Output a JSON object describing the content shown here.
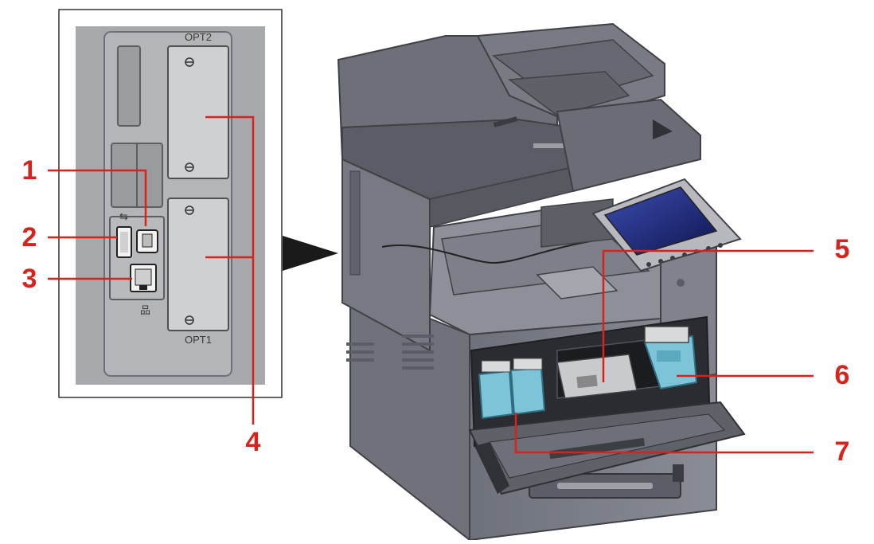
{
  "figure": {
    "slot_labels": {
      "top": "OPT2",
      "bottom": "OPT1"
    }
  },
  "callouts": [
    {
      "number": "1"
    },
    {
      "number": "2"
    },
    {
      "number": "3"
    },
    {
      "number": "4"
    },
    {
      "number": "5"
    },
    {
      "number": "6"
    },
    {
      "number": "7"
    }
  ],
  "colors": {
    "callout": "#d8231c",
    "leader_line": "#d8231c",
    "panel_background": "#a8a9ad",
    "device_body": "#7b7e86",
    "device_dark": "#4f525a",
    "toner": "#7dc4d8",
    "touch_screen": "#1e2a78",
    "arrow": "#1a1a1a"
  }
}
